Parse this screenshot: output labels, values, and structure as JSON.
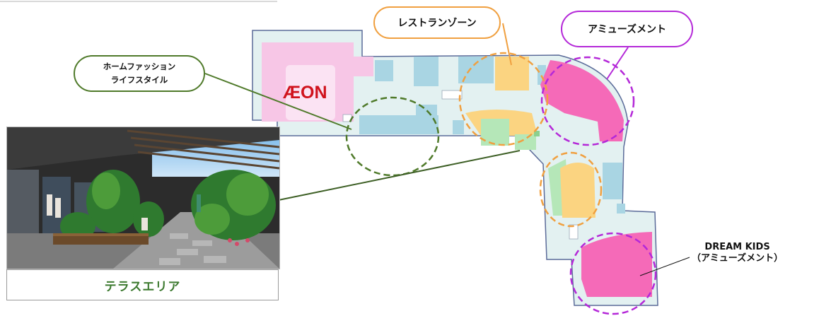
{
  "labels": {
    "home_fashion_line1": "ホームファッション",
    "home_fashion_line2": "ライフスタイル",
    "restaurant_zone": "レストランゾーン",
    "amusement": "アミューズメント",
    "dream_kids_line1": "DREAM KIDS",
    "dream_kids_line2": "（アミューズメント）",
    "terrace_area": "テラスエリア",
    "logo_text": "ÆON"
  },
  "colors": {
    "corridor": "#e3f1f1",
    "outline": "#5b6b99",
    "blue_shop": "#a9d5e3",
    "pink_shop": "#f56ab8",
    "light_pink": "#f7c6e6",
    "orange_shop": "#fbd481",
    "green_shop": "#b5e7b8",
    "logo": "#d0131d",
    "home_circle": "#4f7a2a",
    "restaurant_circle": "#f0a040",
    "amusement_circle": "#b428d8"
  }
}
